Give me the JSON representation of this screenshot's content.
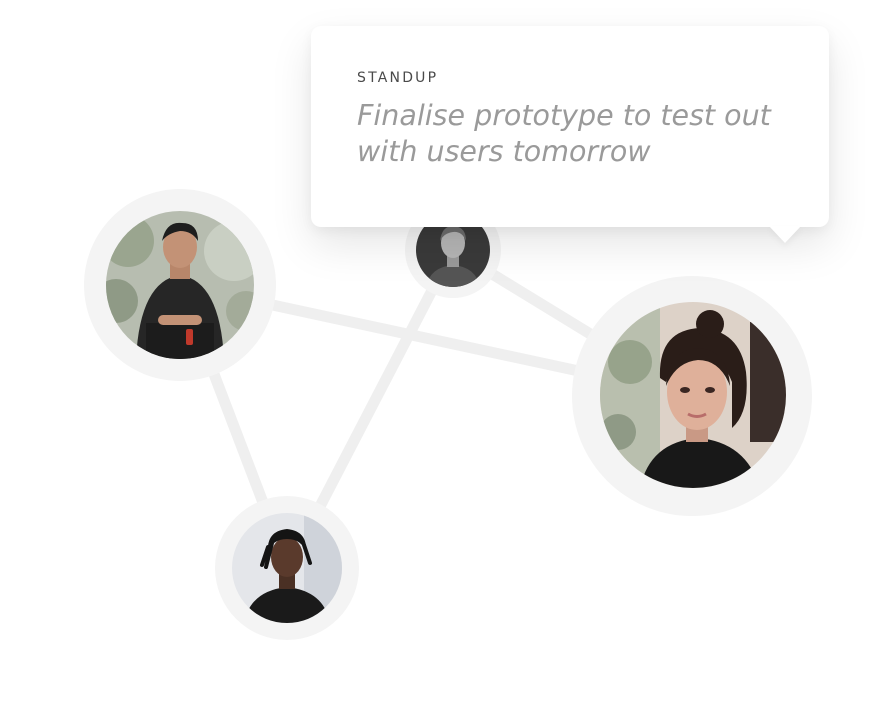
{
  "tooltip": {
    "label": "STANDUP",
    "message": "Finalise prototype to test out with users tomorrow"
  },
  "people": [
    {
      "id": "man-left",
      "avatar_icon": "man-in-black-tshirt-photo"
    },
    {
      "id": "woman-small",
      "avatar_icon": "woman-grayscale-photo"
    },
    {
      "id": "woman-right",
      "avatar_icon": "young-woman-dark-hair-photo"
    },
    {
      "id": "man-bottom",
      "avatar_icon": "man-dreadlocks-photo"
    }
  ],
  "colors": {
    "link": "#efefef",
    "node_ring": "#f4f4f4",
    "label": "#4a4a4a",
    "message": "#9a9a9a"
  }
}
